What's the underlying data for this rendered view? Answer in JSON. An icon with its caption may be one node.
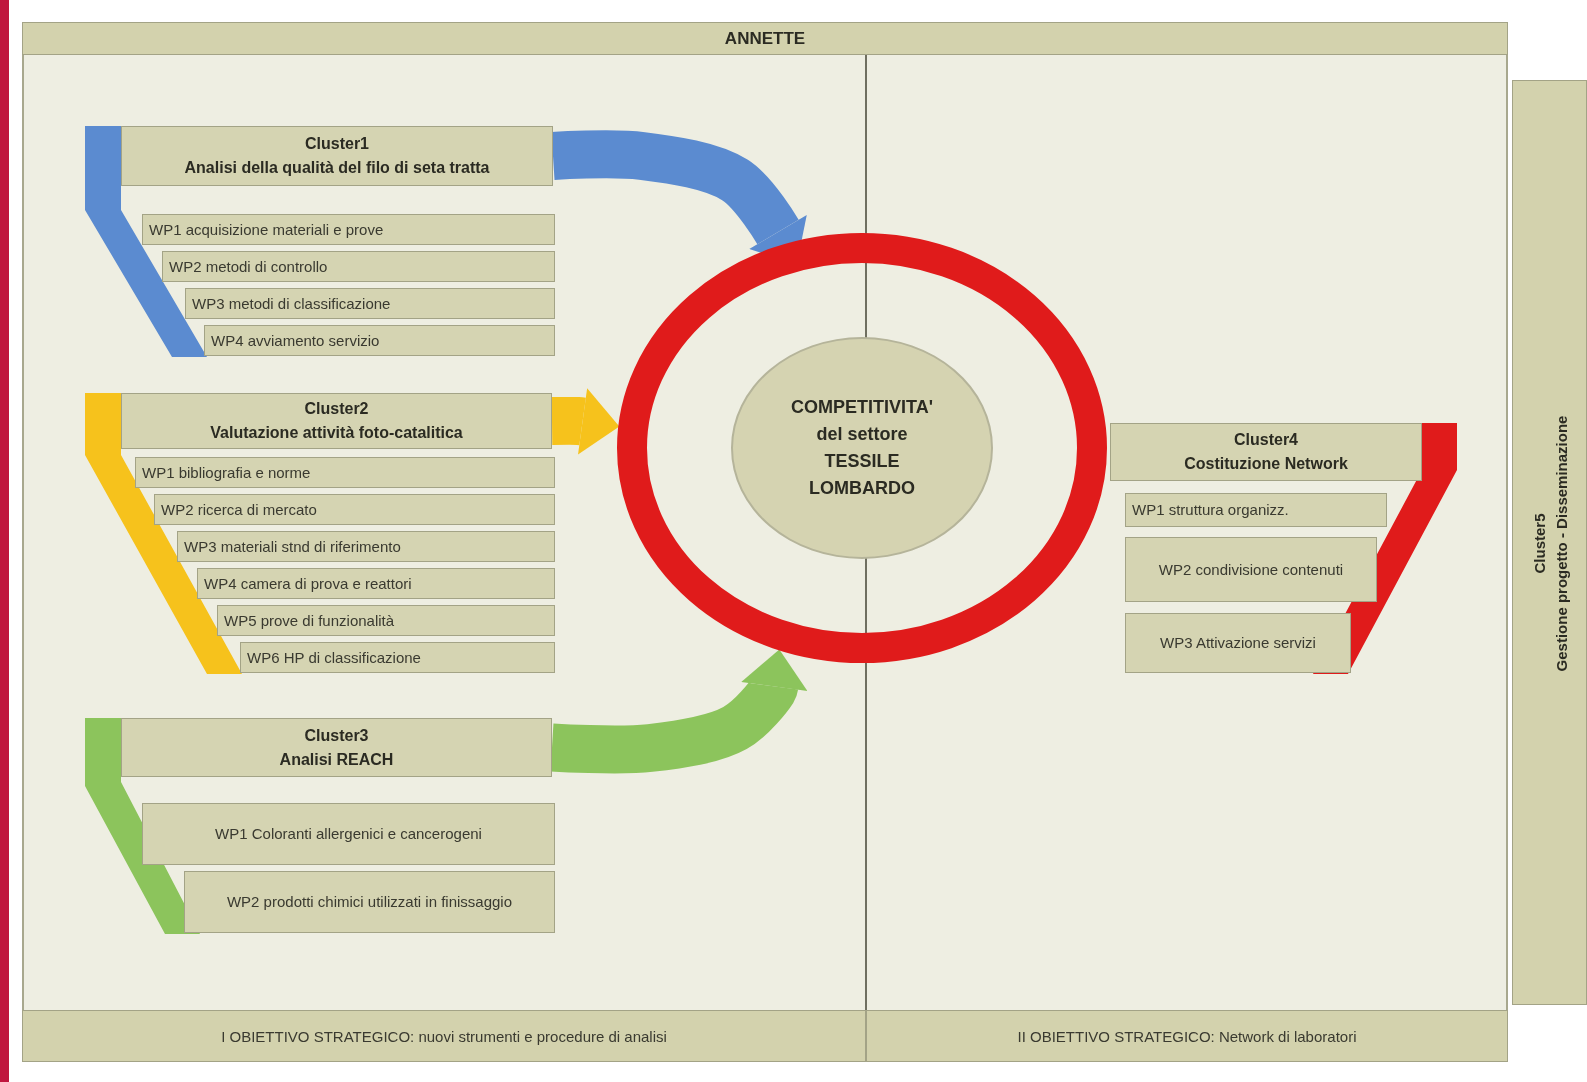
{
  "diagram": {
    "title": "ANNETTE",
    "nodes": [
      {
        "text": [
          "Cluster1",
          "Analisi della qualità del filo di seta tratta"
        ]
      },
      {
        "text": [
          "WP1 acquisizione materiali e prove"
        ]
      },
      {
        "text": [
          "WP2 metodi di controllo"
        ]
      },
      {
        "text": [
          "WP3 metodi di classificazione"
        ]
      },
      {
        "text": [
          "WP4 avviamento servizio"
        ]
      },
      {
        "text": [
          "Cluster2",
          "Valutazione attività foto-catalitica"
        ]
      },
      {
        "text": [
          "WP1 bibliografia e norme"
        ]
      },
      {
        "text": [
          "WP2 ricerca di mercato"
        ]
      },
      {
        "text": [
          "WP3 materiali stnd di riferimento"
        ]
      },
      {
        "text": [
          "WP4 camera di prova e reattori"
        ]
      },
      {
        "text": [
          "WP5 prove di funzionalità"
        ]
      },
      {
        "text": [
          "WP6 HP di classificazione"
        ]
      },
      {
        "text": [
          "Cluster3",
          "Analisi REACH"
        ]
      },
      {
        "text": [
          "WP1 Coloranti allergenici e cancerogeni"
        ]
      },
      {
        "text": [
          "WP2 prodotti chimici utilizzati in finissaggio"
        ]
      },
      {
        "text": [],
        "shape": "circle"
      },
      {
        "text": [
          "COMPETITIVITA' del settore TESSILE LOMBARDO"
        ],
        "in": 15
      },
      {
        "text": [
          "Cluster4",
          "Costituzione Network"
        ]
      },
      {
        "text": [
          "WP1 struttura organizz."
        ]
      },
      {
        "text": [
          "WP2 condivisione contenuti"
        ]
      },
      {
        "text": [
          "WP3 Attivazione servizi"
        ]
      },
      {
        "text": [
          "Cluster5",
          "Gestione progetto - Disseminazione"
        ]
      },
      {
        "text": [
          "I OBIETTIVO STRATEGICO: nuovi strumenti e procedure di analisi"
        ]
      },
      {
        "text": [
          "II OBIETTIVO STRATEGICO: Network di laboratori"
        ]
      }
    ],
    "edges": [
      {
        "from": 0,
        "to": 15,
        "arrow": "to",
        "color": "#5b8bd0"
      },
      {
        "from": 5,
        "to": 15,
        "arrow": "to",
        "color": "#f6c21c"
      },
      {
        "from": 12,
        "to": 15,
        "arrow": "to",
        "color": "#8cc45c"
      }
    ]
  }
}
